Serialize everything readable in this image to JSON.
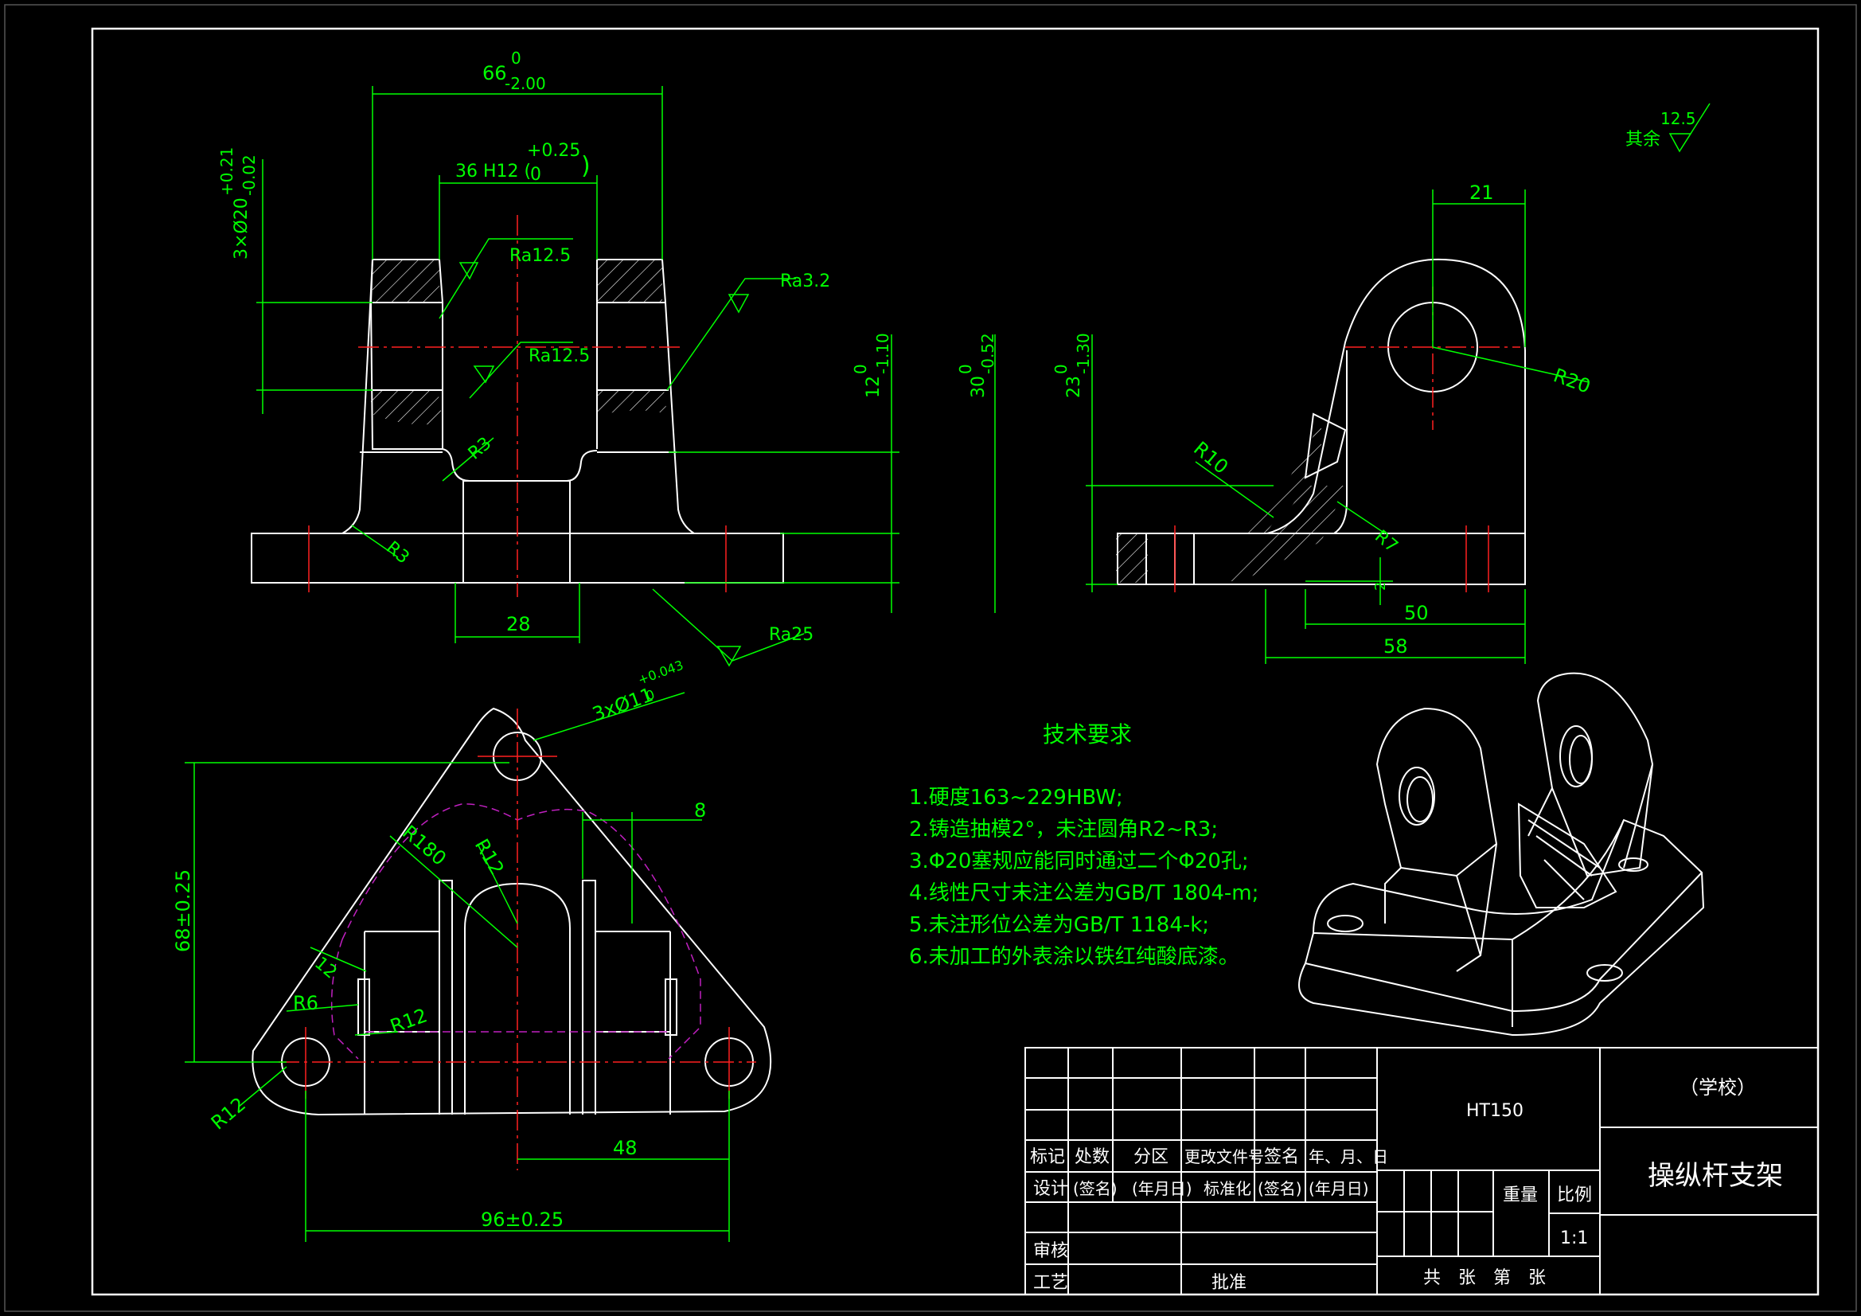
{
  "title_block": {
    "material": "HT150",
    "school": "（学校）",
    "part_name": "操纵杆支架",
    "headers": [
      "标记",
      "处数",
      "分区",
      "更改文件号",
      "签名",
      "年、月、日"
    ],
    "design_row": [
      "设计",
      "(签名)",
      "(年月日)",
      "标准化",
      "(签名)",
      "(年月日)"
    ],
    "review": "审核",
    "process": "工艺",
    "approve": "批准",
    "weight_label": "重量",
    "scale_label": "比例",
    "scale": "1:1",
    "sheet": "共　张　第　张"
  },
  "technical_requirements": {
    "title": "技术要求",
    "items": [
      "1.硬度163~229HBW;",
      "2.铸造抽模2°，未注圆角R2~R3;",
      "3.Φ20塞规应能同时通过二个Φ20孔;",
      "4.线性尺寸未注公差为GB/T 1804-m;",
      "5.未注形位公差为GB/T 1184-k;",
      "6.未加工的外表涂以铁红纯酸底漆。"
    ]
  },
  "roughness": {
    "other_label": "其余",
    "other_value": "12.5",
    "ra_top_left": "Ra12.5",
    "ra_mid_left": "Ra12.5",
    "ra_right": "Ra3.2",
    "ra_bottom": "Ra25"
  },
  "front_view": {
    "width_dim": "66",
    "width_upper": "0",
    "width_lower": "-2.00",
    "slot_dim": "36 H12 (",
    "slot_upper": "+0.25",
    "slot_lower": "0",
    "slot_close": ")",
    "holes_dim": "3×Ø20",
    "holes_upper": "+0.21",
    "holes_lower": "-0.02",
    "r3_upper": "R3",
    "r3_lower": "R3",
    "base_slot": "28",
    "h12": "12",
    "h12_upper": "0",
    "h12_lower": "-1.10",
    "h30": "30",
    "h30_upper": "0",
    "h30_lower": "-0.52"
  },
  "side_view": {
    "h23": "23",
    "h23_upper": "0",
    "h23_lower": "-1.30",
    "d21": "21",
    "r20": "R20",
    "r10": "R10",
    "r7": "R7",
    "d2": "2",
    "d50": "50",
    "d58": "58"
  },
  "top_view": {
    "holes_dim": "3xØ11",
    "holes_upper": "+0.043",
    "holes_lower": "0",
    "r180": "R180",
    "r12_top": "R12",
    "d8": "8",
    "d12": "12",
    "r6": "R6",
    "r12_mid": "R12",
    "r12_low": "R12",
    "h68": "68±0.25",
    "d48": "48",
    "d96": "96±0.25"
  }
}
